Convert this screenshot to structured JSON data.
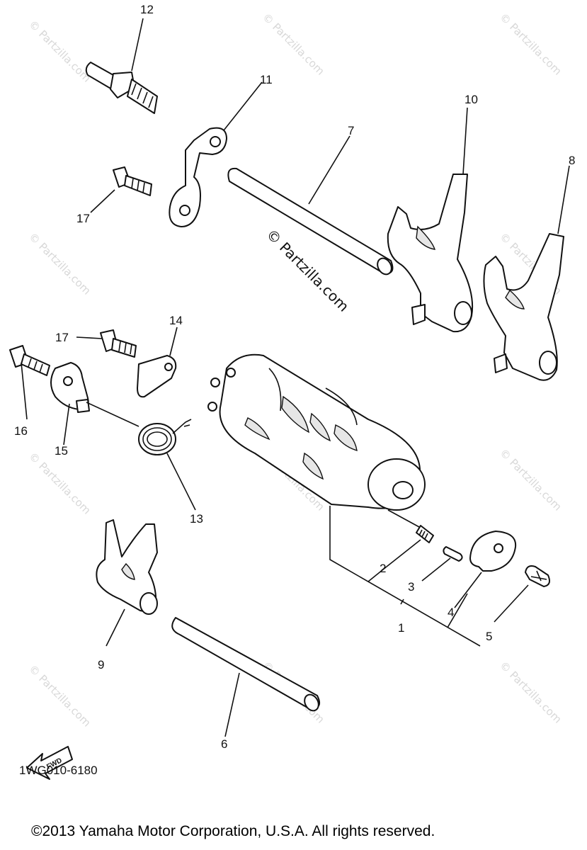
{
  "watermark": {
    "center_text": "© Partzilla.com",
    "tile_text": "© Partzilla.com"
  },
  "callouts": [
    "1",
    "2",
    "3",
    "4",
    "5",
    "6",
    "7",
    "8",
    "9",
    "10",
    "11",
    "12",
    "13",
    "14",
    "15",
    "16",
    "17",
    "17"
  ],
  "direction_arrow_text": "FWD",
  "diagram_code": "1WG010-6180",
  "copyright": "©2013 Yamaha Motor Corporation, U.S.A. All rights reserved."
}
